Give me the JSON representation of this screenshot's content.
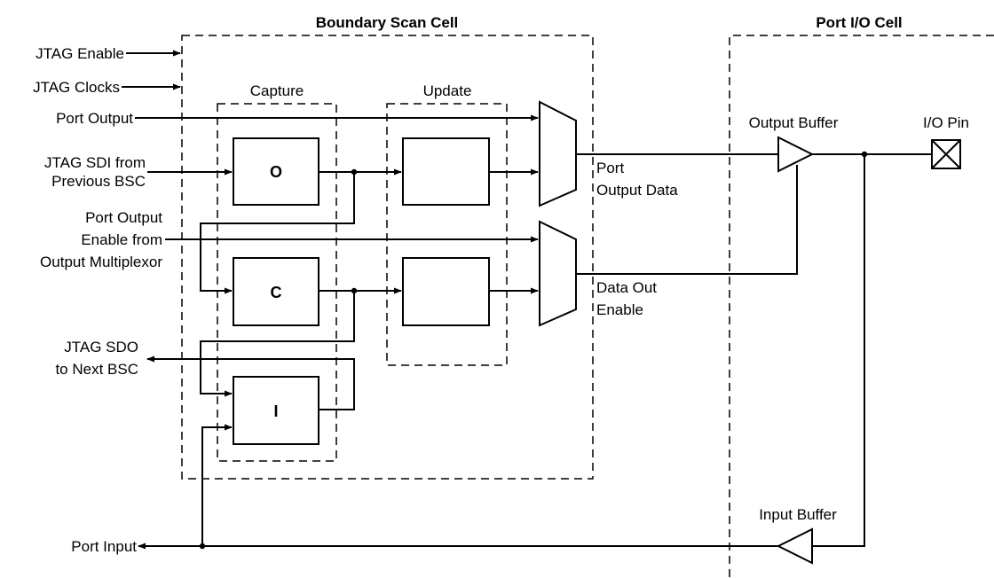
{
  "titles": {
    "boundary_scan_cell": "Boundary Scan Cell",
    "port_io_cell": "Port I/O Cell",
    "capture": "Capture",
    "update": "Update"
  },
  "signals": {
    "jtag_enable": "JTAG Enable",
    "jtag_clocks": "JTAG Clocks",
    "port_output": "Port Output",
    "jtag_sdi_line1": "JTAG SDI from",
    "jtag_sdi_line2": "Previous BSC",
    "port_output_enable_line1": "Port Output",
    "port_output_enable_line2": "Enable from",
    "port_output_enable_line3": "Output Multiplexor",
    "jtag_sdo_line1": "JTAG SDO",
    "jtag_sdo_line2": "to Next BSC",
    "port_input": "Port Input",
    "port_output_data_line1": "Port",
    "port_output_data_line2": "Output Data",
    "data_out_enable_line1": "Data Out",
    "data_out_enable_line2": "Enable"
  },
  "components": {
    "output_buffer": "Output Buffer",
    "input_buffer": "Input Buffer",
    "io_pin": "I/O Pin",
    "capture_o": "O",
    "capture_c": "C",
    "capture_i": "I"
  }
}
